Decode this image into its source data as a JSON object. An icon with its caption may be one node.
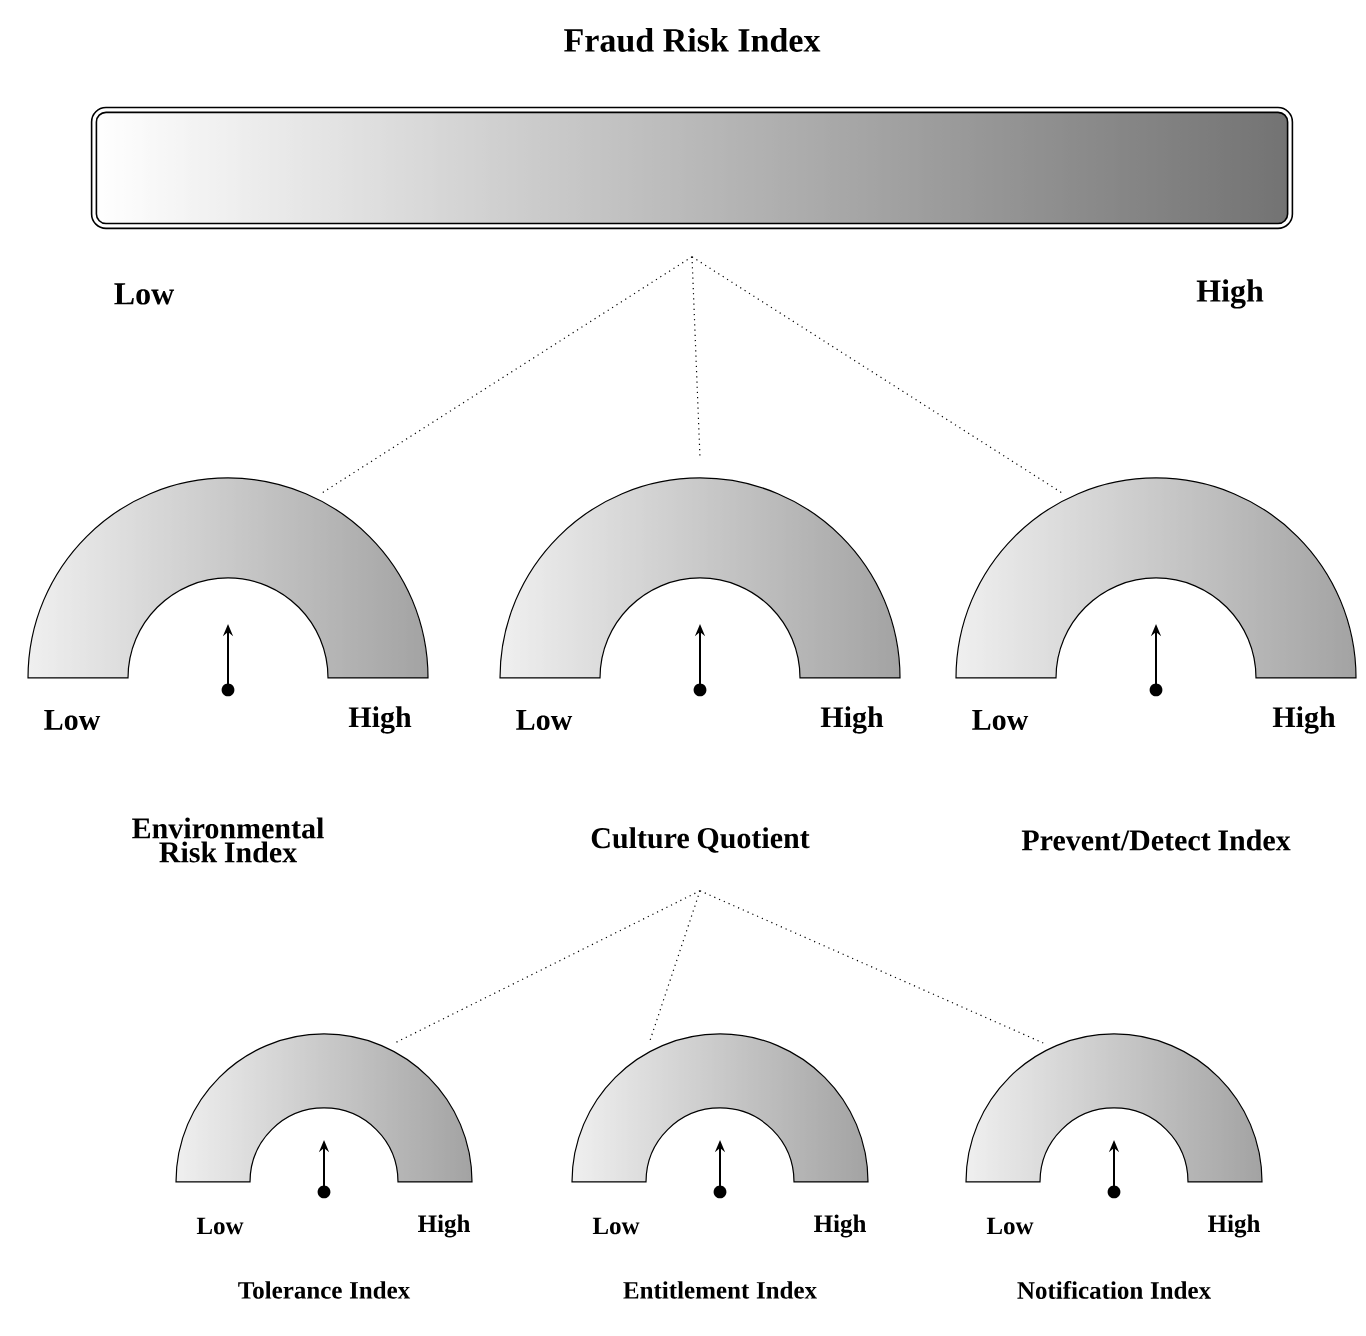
{
  "diagram": {
    "nodes": [
      {
        "text": [
          "Fraud Risk Index"
        ],
        "beside": [
          "Low",
          "High"
        ]
      },
      {
        "text": [
          "Environmental Risk Index"
        ],
        "beside": [
          "Low",
          "High"
        ]
      },
      {
        "text": [
          "Culture Quotient"
        ],
        "beside": [
          "Low",
          "High"
        ]
      },
      {
        "text": [
          "Prevent/Detect Index"
        ],
        "beside": [
          "Low",
          "High"
        ]
      },
      {
        "text": [
          "Tolerance Index"
        ],
        "beside": [
          "Low",
          "High"
        ]
      },
      {
        "text": [
          "Entitlement Index"
        ],
        "beside": [
          "Low",
          "High"
        ]
      },
      {
        "text": [
          "Notification Index"
        ],
        "beside": [
          "Low",
          "High"
        ]
      }
    ],
    "edges": [
      {
        "from": 0,
        "to": 1,
        "arrow": "none"
      },
      {
        "from": 0,
        "to": 2,
        "arrow": "none"
      },
      {
        "from": 0,
        "to": 3,
        "arrow": "none"
      },
      {
        "from": 2,
        "to": 4,
        "arrow": "none"
      },
      {
        "from": 2,
        "to": 5,
        "arrow": "none"
      },
      {
        "from": 2,
        "to": 6,
        "arrow": "none"
      }
    ]
  }
}
